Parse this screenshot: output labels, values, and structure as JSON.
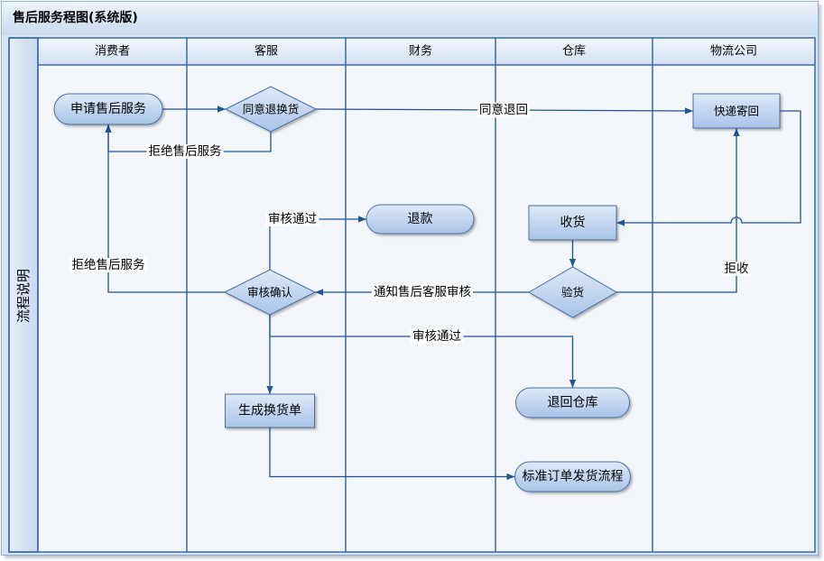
{
  "title": "售后服务程图(系统版)",
  "sidebar_label": "流程说明",
  "lanes": [
    "消费者",
    "客服",
    "财务",
    "仓库",
    "物流公司"
  ],
  "nodes": {
    "apply_service": "申请售后服务",
    "agree_return_exchange": "同意退换货",
    "courier_return": "快递寄回",
    "refund": "退款",
    "receive_goods": "收货",
    "review_confirm": "审核确认",
    "inspect_goods": "验货",
    "return_to_warehouse": "退回仓库",
    "create_exchange_order": "生成换货单",
    "standard_order_shipping": "标准订单发货流程"
  },
  "edge_labels": {
    "agree_return": "同意退回",
    "reject_service_top": "拒绝售后服务",
    "review_passed_refund": "审核通过",
    "reject_service_left": "拒绝售后服务",
    "notify_review": "通知售后客服审核",
    "reject_receipt": "拒收",
    "review_passed_warehouse": "审核通过"
  },
  "colors": {
    "frame_border": "#8fb1d9",
    "frame_fill": "#d7e4f4",
    "title_bar_top": "#eef4fb",
    "title_bar_bottom": "#c9daef",
    "band_left": "#e6eef9",
    "band_right": "#c7d9ef",
    "lane_line": "#3a69a6",
    "lane_header_top": "#f1f6fc",
    "lane_header_bottom": "#d3e1f3",
    "lane_body": "#f3f6fb",
    "shape_fill_top": "#dde9f8",
    "shape_fill_bottom": "#a8c3e8",
    "shape_stroke": "#46709f",
    "connector": "#1f5497",
    "label_background": "#ffffff",
    "text": "#000000"
  }
}
